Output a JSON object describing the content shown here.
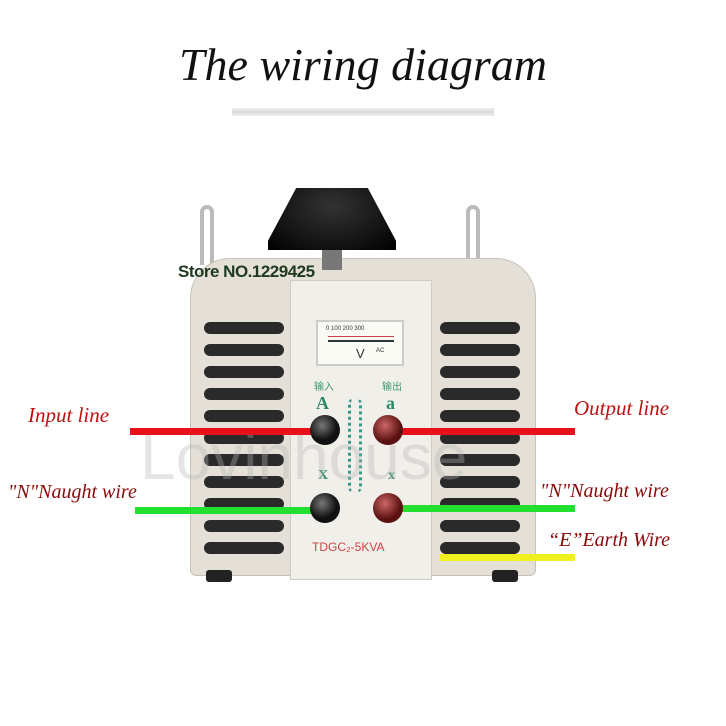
{
  "title": "The wiring diagram",
  "store": "Store NO.1229425",
  "watermark": "Lovinhouse",
  "meter": {
    "scale": "0  100  200  300",
    "unit": "V",
    "ac": "AC"
  },
  "panel": {
    "input_cn": "输入",
    "output_cn": "输出",
    "A": "A",
    "a": "a",
    "X": "X",
    "x": "x",
    "model": "TDGC₂-5KVA"
  },
  "labels": {
    "input": "Input line",
    "output": "Output line",
    "n_left": "\"N\"Naught wire",
    "n_right": "\"N\"Naught wire",
    "earth": "“E”Earth Wire"
  },
  "colors": {
    "live": "#e8101a",
    "neutral": "#22e030",
    "earth": "#f0f020"
  }
}
